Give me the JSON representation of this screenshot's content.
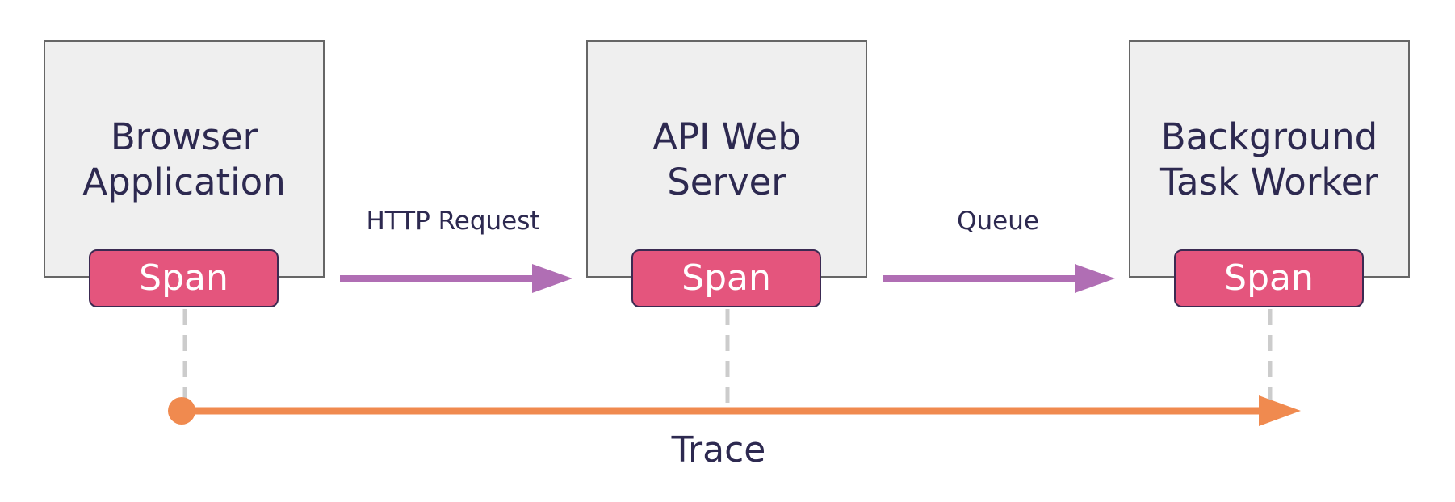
{
  "nodes": [
    {
      "title": "Browser\nApplication",
      "span_label": "Span"
    },
    {
      "title": "API Web\nServer",
      "span_label": "Span"
    },
    {
      "title": "Background\nTask Worker",
      "span_label": "Span"
    }
  ],
  "edges": [
    {
      "label": "HTTP Request"
    },
    {
      "label": "Queue"
    }
  ],
  "trace": {
    "label": "Trace"
  },
  "colors": {
    "node_fill": "#efefef",
    "node_border": "#666666",
    "span_fill": "#e4557d",
    "span_border": "#3b2a52",
    "edge_arrow": "#b06eb4",
    "trace_arrow": "#f08a4f",
    "connector": "#cccccc",
    "text": "#2d2950"
  }
}
